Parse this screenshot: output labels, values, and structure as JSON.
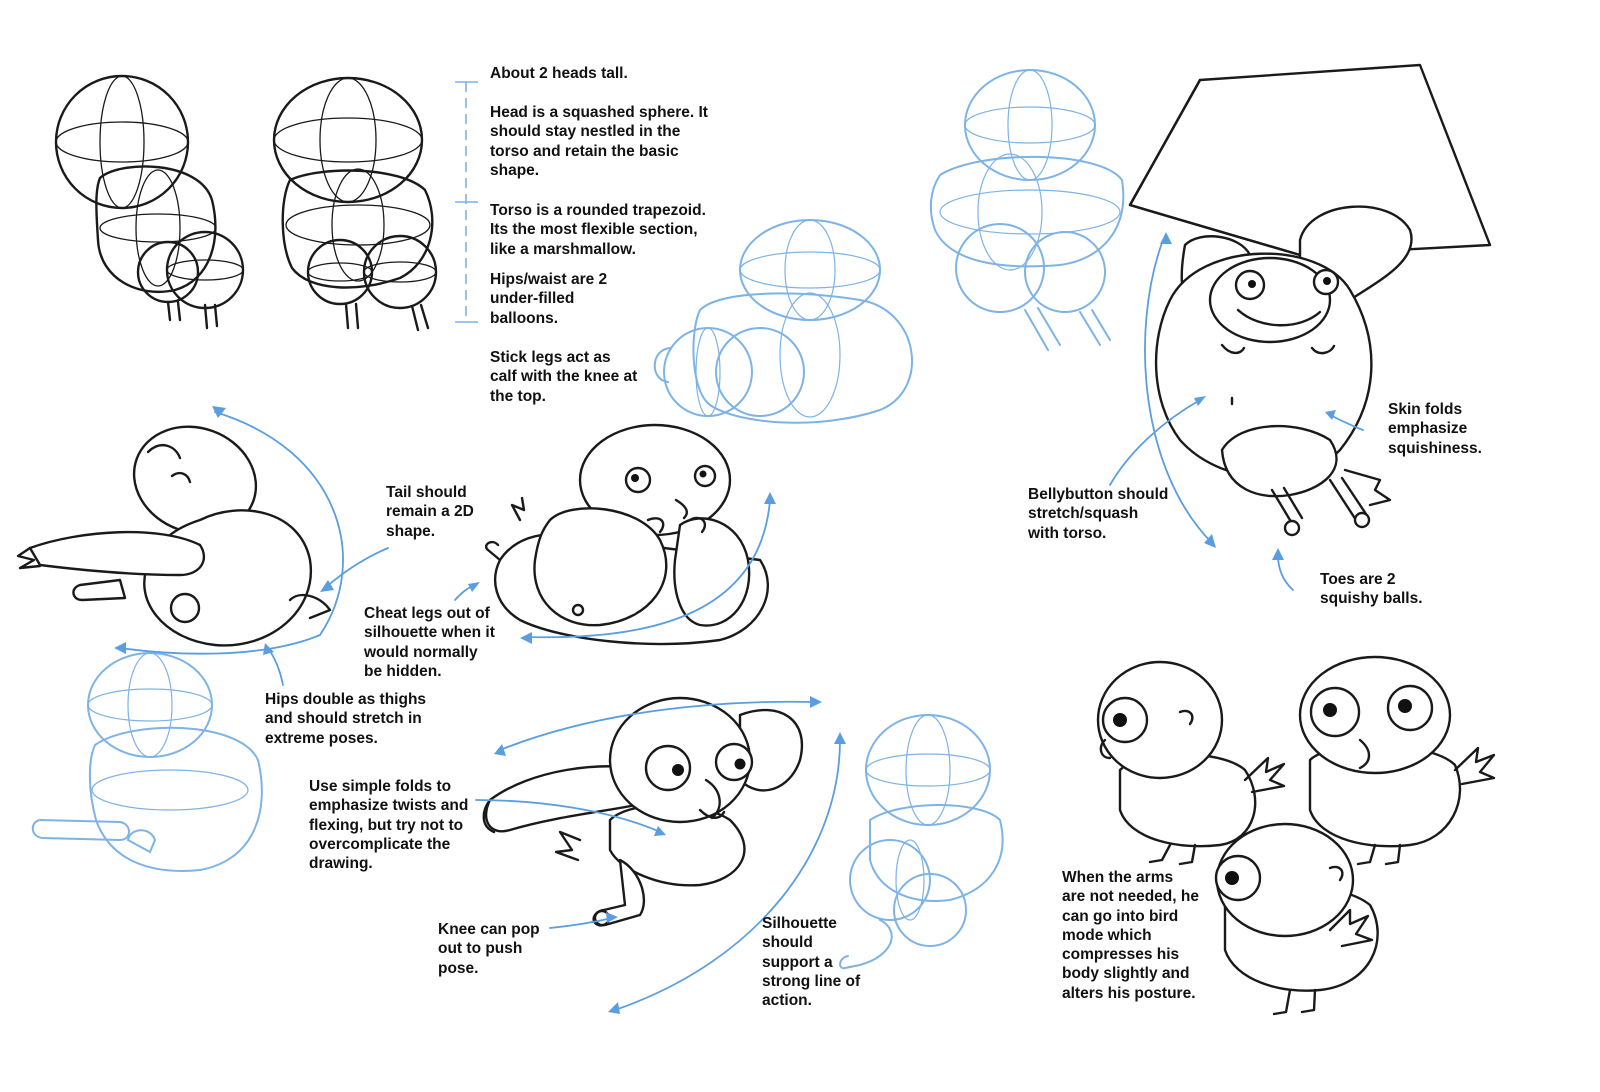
{
  "palette": {
    "ink": "#1a1a1a",
    "construction_blue": "#7db3e6",
    "arrow_blue": "#5b9ee0",
    "paper": "#ffffff"
  },
  "notes": {
    "heads_tall": "About 2 heads tall.",
    "head": "Head is a squashed sphere. It\nshould stay nestled in the\ntorso and retain the basic\nshape.",
    "torso": "Torso is a rounded trapezoid.\nIts the most flexible section,\nlike a marshmallow.",
    "hips": "Hips/waist are 2\nunder-filled\nballoons.",
    "legs": "Stick legs act as\ncalf with the knee at\nthe top.",
    "tail": "Tail should\nremain a 2D\nshape.",
    "cheat_legs": "Cheat legs out of\nsilhouette when it\nwould normally\nbe hidden.",
    "hips_thighs": "Hips double as thighs\nand should stretch in\nextreme poses.",
    "folds": "Use simple folds to\nemphasize twists and\nflexing, but try not to\novercomplicate the\ndrawing.",
    "knee": "Knee can pop\nout to push\npose.",
    "silhouette": "Silhouette\nshould\nsupport a\nstrong line of\naction.",
    "skin_folds": "Skin folds\nemphasize\nsquishiness.",
    "bellybutton": "Bellybutton should\nstretch/squash\nwith torso.",
    "toes": "Toes are 2\nsquishy balls.",
    "bird_mode": "When the arms\nare not needed, he\ncan go into bird\nmode which\ncompresses his\nbody slightly and\nalters his posture."
  }
}
